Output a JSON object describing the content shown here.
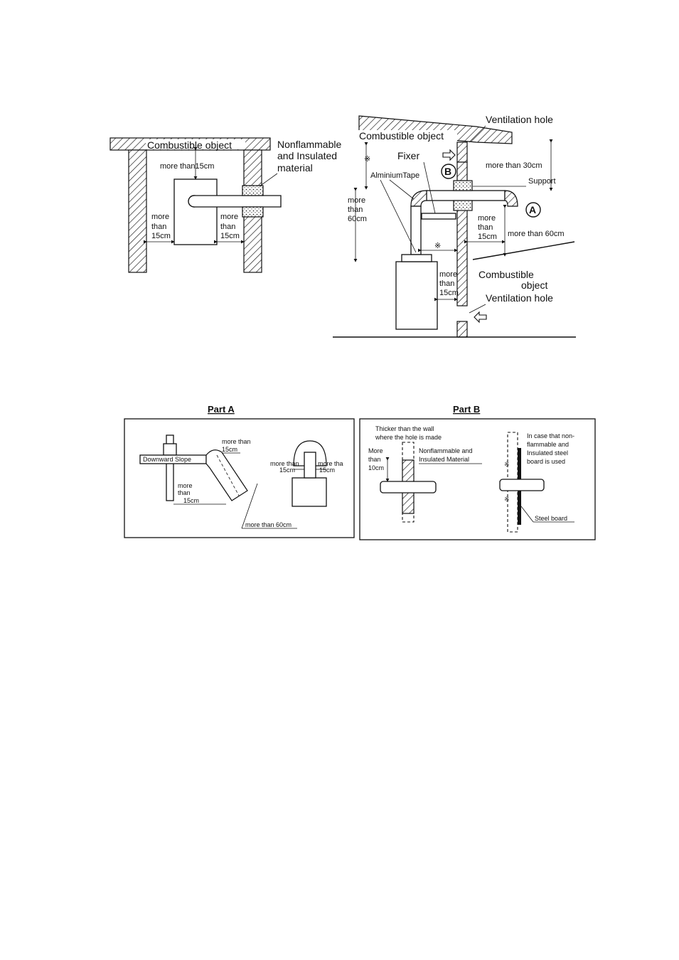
{
  "top_left": {
    "combustible_object": "Combustible object",
    "top_clearance": "more than15cm",
    "nonflammable_line1": "Nonflammable",
    "nonflammable_line2": "and Insulated",
    "nonflammable_line3": "material",
    "left_more": "more",
    "left_than": "than",
    "left_cm": "15cm",
    "right_more": "more",
    "right_than": "than",
    "right_cm": "15cm"
  },
  "top_right": {
    "ventilation_hole_top": "Ventilation hole",
    "combustible_object_top": "Combustible object",
    "fixer": "Fixer",
    "mark_b": "B",
    "mark_a": "A",
    "aluminium_tape": "AlminiumTape",
    "more_than_30": "more than 30cm",
    "support": "Support",
    "left_more": "more",
    "left_than": "than",
    "left_cm": "60cm",
    "mid_more": "more",
    "mid_than": "than",
    "mid_cm": "15cm",
    "more_than_60": "more than 60cm",
    "boiler_more": "more",
    "boiler_than": "than",
    "boiler_cm": "15cm",
    "combustible_line1": "Combustible",
    "combustible_line2": "object",
    "ventilation_hole_bottom": "Ventilation hole",
    "asterisk_1": "※",
    "asterisk_2": "※"
  },
  "part_a": {
    "heading": "Part A",
    "downward_slope": "Downward Slope",
    "top_more_than": "more than",
    "top_cm": "15cm",
    "mid_more": "more",
    "mid_than": "than",
    "mid_cm": "15cm",
    "more_than_60": "more than 60cm",
    "left_more_than": "more than",
    "left_cm": "15cm",
    "right_more_than": "more tha",
    "right_cm": "15cm"
  },
  "part_b": {
    "heading": "Part B",
    "thicker_line1": "Thicker than the wall",
    "thicker_line2": "where the hole is made",
    "more": "More",
    "than": "than",
    "cm": "10cm",
    "nonflammable_line1": "Nonflammable and",
    "nonflammable_line2": "Insulated Material",
    "case_line1": "In case that non-",
    "case_line2": "flammable and",
    "case_line3": "Insulated steel",
    "case_line4": "board is used",
    "steel_board": "Steel board",
    "asterisk_1": "※",
    "asterisk_2": "※"
  }
}
